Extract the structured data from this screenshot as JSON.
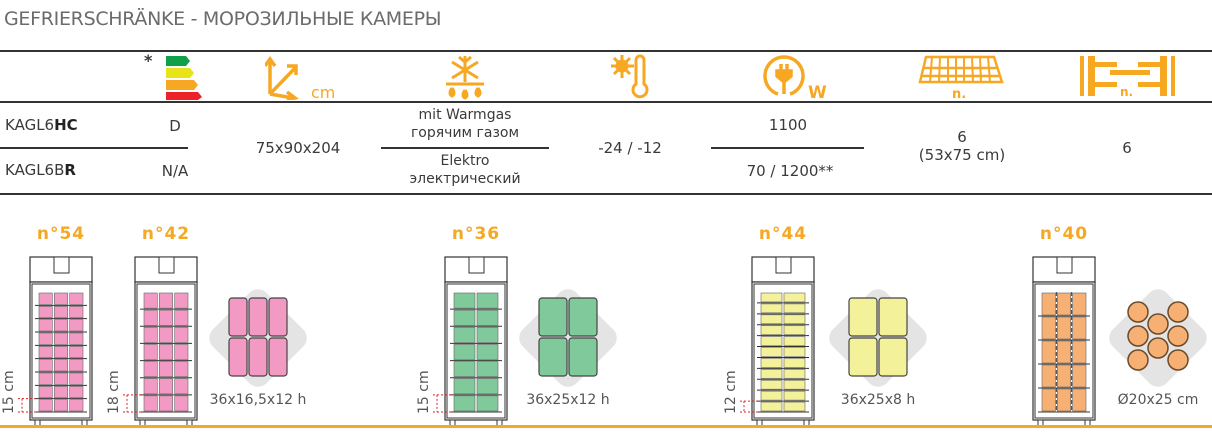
{
  "title": "GEFRIERSCHRÄNKE - МОРОЗИЛЬНЫЕ КАМЕРЫ",
  "colors": {
    "accent": "#f7a823",
    "pink": "#f39ac4",
    "green": "#7fc99a",
    "yellow": "#f3f19a",
    "orange": "#f7b074",
    "dim_red": "#e02020"
  },
  "header": {
    "energy_asterisk": "*",
    "dims_unit": "cm",
    "power_unit": "W",
    "grids_unit": "n.",
    "shelves_unit": "n.",
    "icons": [
      "energy-class-icon",
      "dimensions-icon",
      "defrost-icon",
      "temperature-icon",
      "power-icon",
      "grid-icon",
      "shelf-guides-icon"
    ]
  },
  "rows": [
    {
      "model_prefix": "KAGL6",
      "model_suffix": "HC",
      "energy": "D",
      "defrost_de": "mit Warmgas",
      "defrost_ru": "горячим газом",
      "power": "1100"
    },
    {
      "model_prefix": "KAGL6B",
      "model_suffix": "R",
      "energy": "N/A",
      "defrost_de": "Elektro",
      "defrost_ru": "электрический",
      "power": "70 / 1200**"
    }
  ],
  "shared": {
    "dimensions": "75x90x204",
    "temperature": "-24 / -12",
    "grids": "6",
    "grids_size": "(53x75 cm)",
    "shelves": "6"
  },
  "configs": [
    {
      "count": "n°54",
      "spacing": "15 cm",
      "color": "pink",
      "rows": 9,
      "cols": 3
    },
    {
      "count": "n°42",
      "spacing": "18 cm",
      "color": "pink",
      "rows": 7,
      "cols": 3,
      "package": "36x16,5x12 h"
    },
    {
      "count": "n°36",
      "spacing": "15 cm",
      "color": "green",
      "rows": 7,
      "cols": 2,
      "package": "36x25x12 h"
    },
    {
      "count": "n°44",
      "spacing": "12 cm",
      "color": "yellow",
      "rows": 11,
      "cols": 2,
      "package": "36x25x8 h"
    },
    {
      "count": "n°40",
      "color": "orange",
      "rows": 5,
      "cols": 3,
      "package": "Ø20x25 cm"
    }
  ]
}
